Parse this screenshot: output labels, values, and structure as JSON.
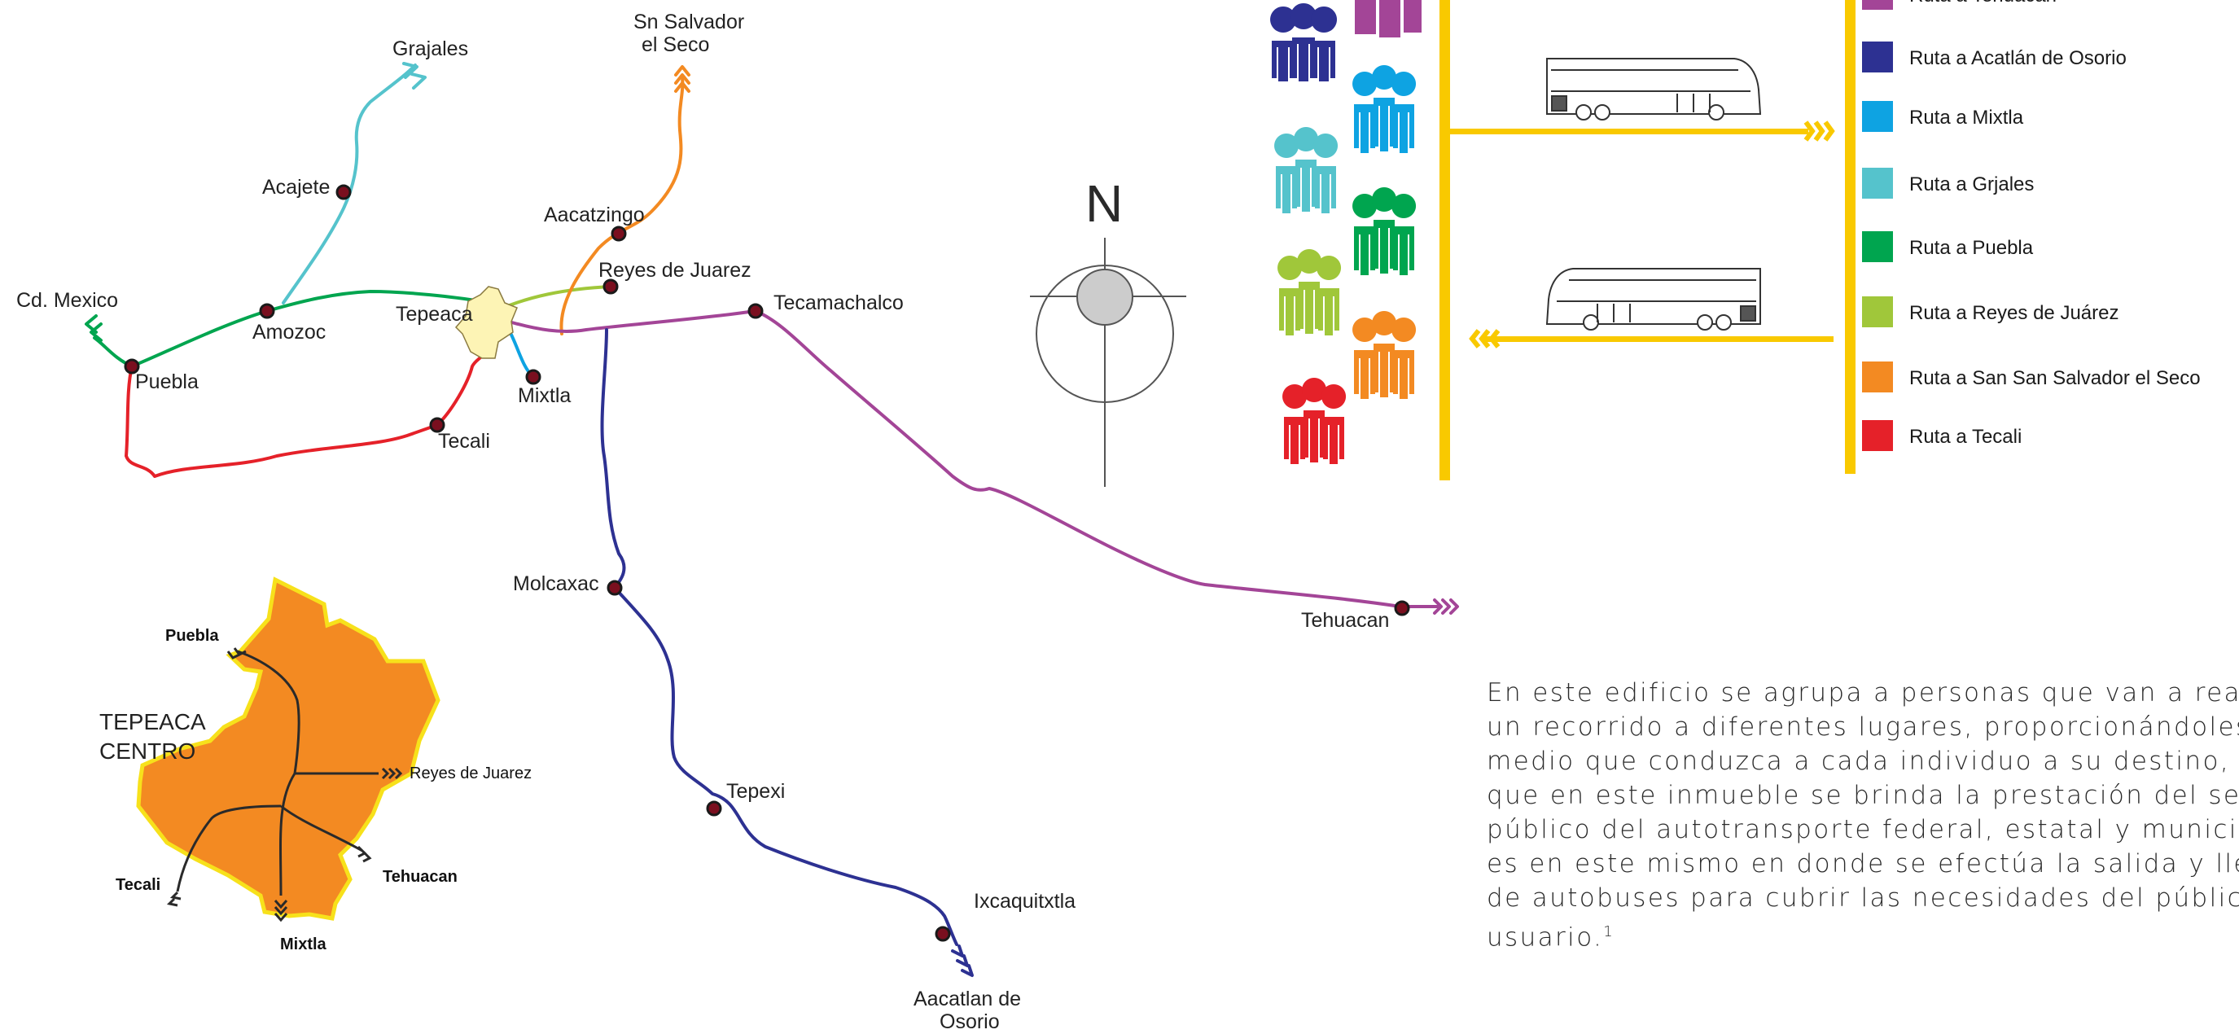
{
  "map": {
    "places": [
      {
        "id": "cd-mexico",
        "label": "Cd. Mexico"
      },
      {
        "id": "puebla",
        "label": "Puebla"
      },
      {
        "id": "amozoc",
        "label": "Amozoc"
      },
      {
        "id": "acajete",
        "label": "Acajete"
      },
      {
        "id": "grajales",
        "label": "Grajales"
      },
      {
        "id": "tepeaca",
        "label": "Tepeaca"
      },
      {
        "id": "mixtla",
        "label": "Mixtla"
      },
      {
        "id": "tecali",
        "label": "Tecali"
      },
      {
        "id": "aacatzingo",
        "label": "Aacatzingo"
      },
      {
        "id": "reyes-de-juarez",
        "label": "Reyes de Juarez"
      },
      {
        "id": "tecamachalco",
        "label": "Tecamachalco"
      },
      {
        "id": "molcaxac",
        "label": "Molcaxac"
      },
      {
        "id": "tepexi",
        "label": "Tepexi"
      },
      {
        "id": "ixcaquitxtla",
        "label": "Ixcaquitxtla"
      },
      {
        "id": "tehuacan",
        "label": "Tehuacan"
      }
    ],
    "sn_salvador": [
      "Sn Salvador",
      "el Seco"
    ],
    "aacatlan": [
      "Aacatlan de",
      "Osorio"
    ]
  },
  "inset": {
    "title": [
      "TEPEACA",
      "CENTRO"
    ],
    "labels": {
      "puebla": "Puebla",
      "reyes": "Reyes de Juarez",
      "tehuacan": "Tehuacan",
      "tecali": "Tecali",
      "mixtla": "Mixtla"
    },
    "fill_color": "#f38a22",
    "border_color": "#f7e11b"
  },
  "compass": {
    "north": "N"
  },
  "legend": [
    {
      "label": "Ruta a Tehuacán",
      "color": "#a34597"
    },
    {
      "label": "Ruta a Acatlán de Osorio",
      "color": "#2d3192"
    },
    {
      "label": "Ruta a Mixtla",
      "color": "#0ea3e2"
    },
    {
      "label": "Ruta a Grjales",
      "color": "#55c3cc"
    },
    {
      "label": "Ruta a Puebla",
      "color": "#00a54f"
    },
    {
      "label": "Ruta a Reyes de Juárez",
      "color": "#a0c73a"
    },
    {
      "label": "Ruta a San San Salvador el Seco",
      "color": "#f38a22"
    },
    {
      "label": "Ruta a Tecali",
      "color": "#e52129"
    }
  ],
  "accent_color": "#f9c900",
  "paragraph": {
    "lines": [
      "En este edificio se agrupa a personas que van a realizar",
      "un recorrido a diferentes lugares, proporcionándoles un",
      "medio que conduzca a cada individuo a su destino, por lo",
      "que en este inmueble se brinda la prestación del servicio",
      "público del autotransporte federal, estatal y municipal, y",
      "es en este mismo en donde se efectúa la salida y llegada",
      "de autobuses para cubrir las necesidades del público",
      "usuario."
    ],
    "footnote": "1"
  }
}
